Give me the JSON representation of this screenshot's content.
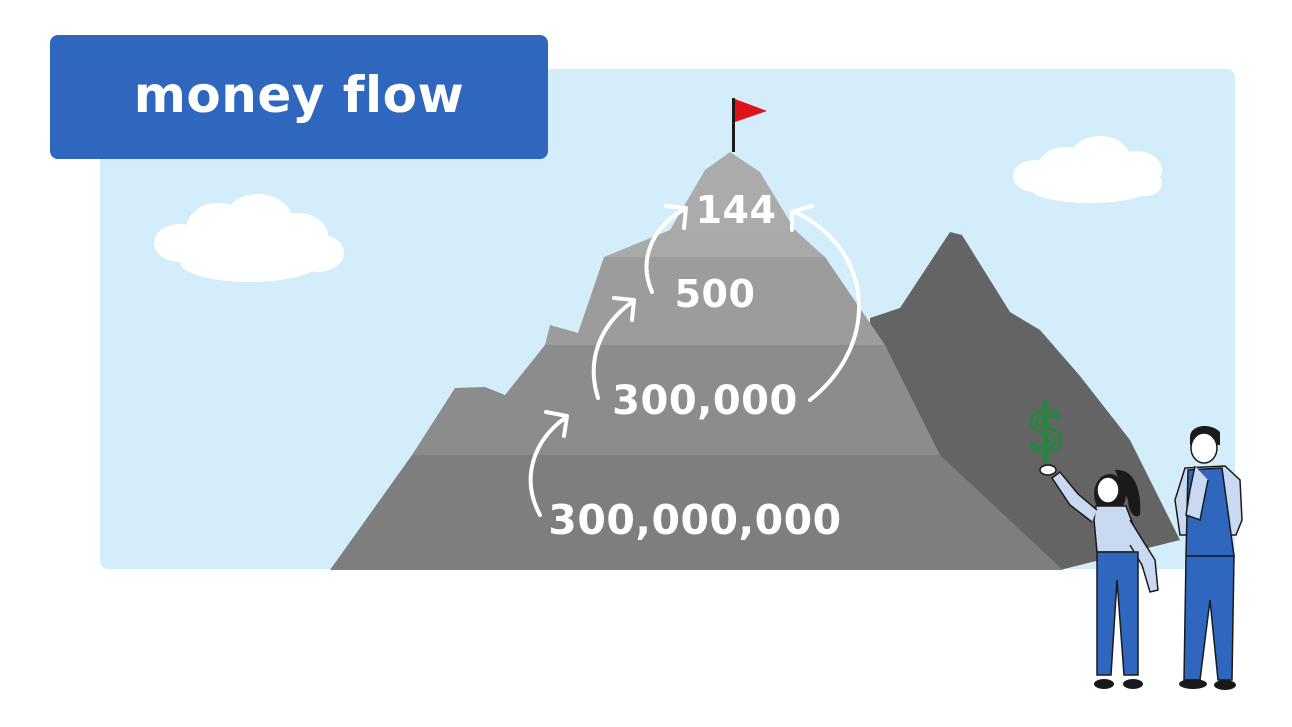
{
  "title": "money flow",
  "tiers": [
    {
      "label": "144"
    },
    {
      "label": "500"
    },
    {
      "label": "300,000"
    },
    {
      "label": "300,000,000"
    }
  ],
  "colors": {
    "title_bg": "#2f67be",
    "sky": "#d3edfb",
    "flag": "#e0131d",
    "dollar": "#1e8a3c",
    "clothes": "#2f67be"
  },
  "icons": [
    "cloud-icon",
    "flag-icon",
    "dollar-icon",
    "curved-arrow-icon"
  ]
}
